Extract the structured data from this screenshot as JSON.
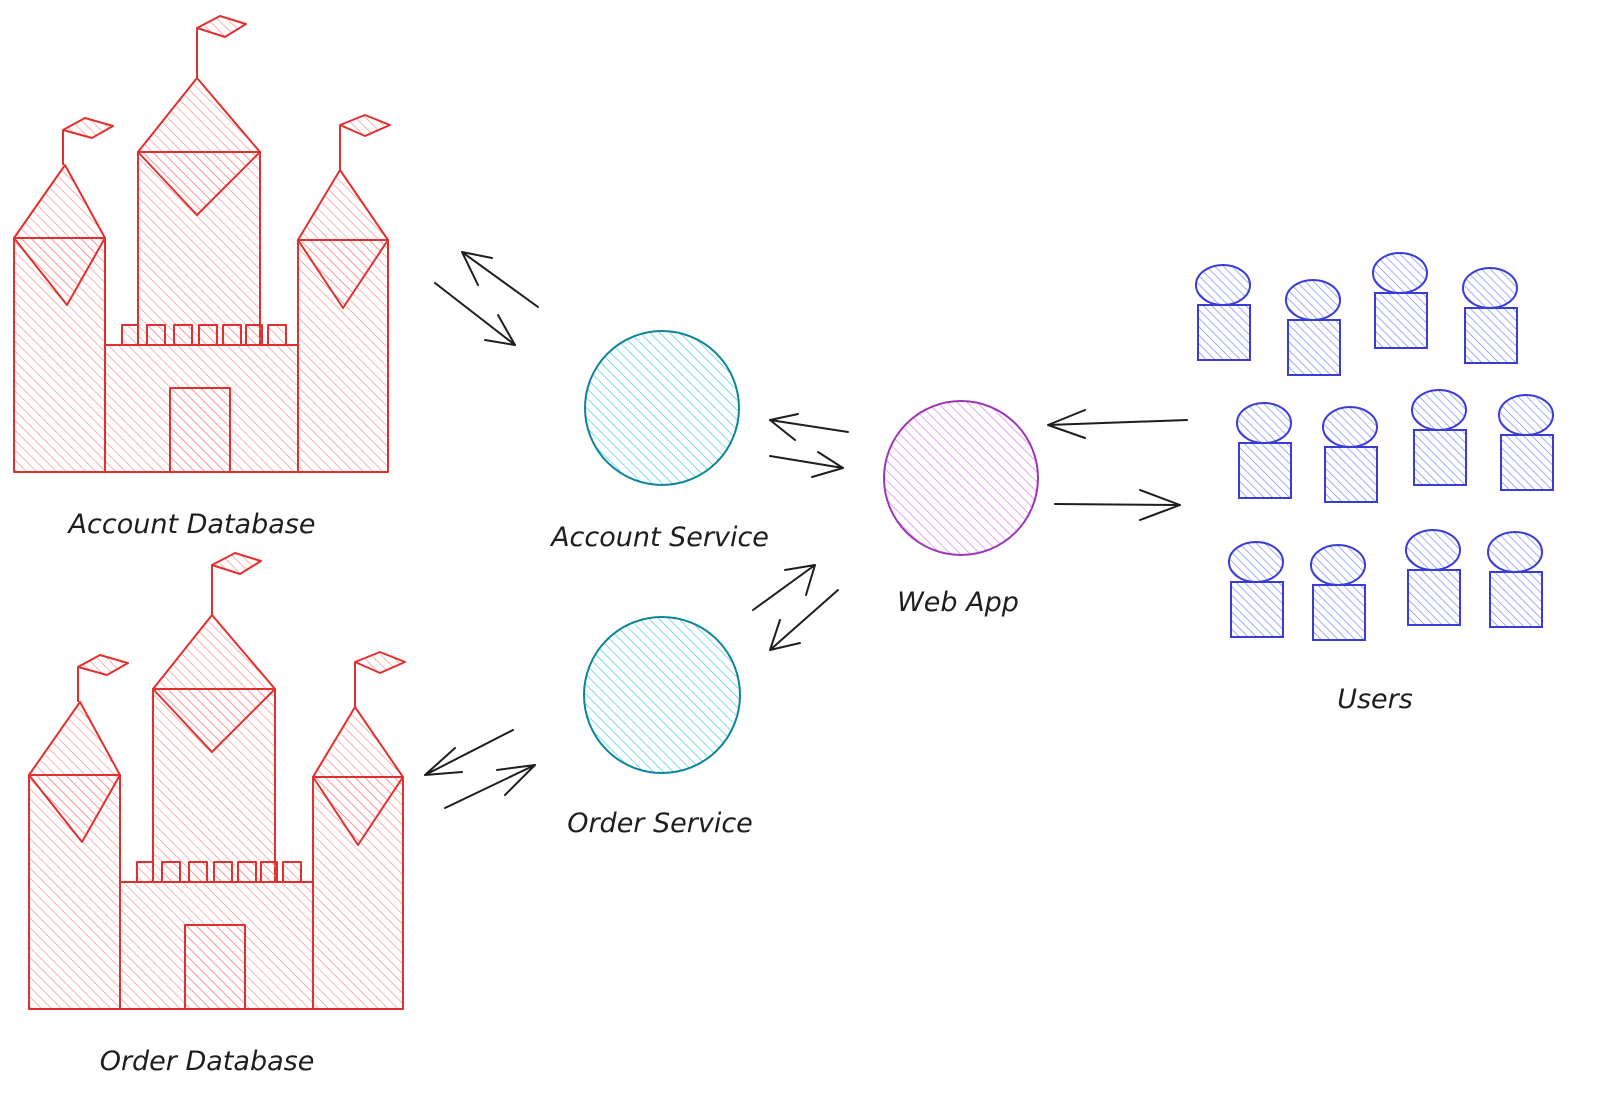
{
  "diagram": {
    "nodes": {
      "account_database": {
        "label": "Account Database",
        "shape": "castle"
      },
      "order_database": {
        "label": "Order Database",
        "shape": "castle"
      },
      "account_service": {
        "label": "Account Service",
        "shape": "circle"
      },
      "order_service": {
        "label": "Order Service",
        "shape": "circle"
      },
      "web_app": {
        "label": "Web App",
        "shape": "circle"
      },
      "users": {
        "label": "Users",
        "shape": "group-of-people",
        "count": 12
      }
    },
    "edges": [
      {
        "from": "Account Service",
        "to": "Account Database",
        "bidirectional": true
      },
      {
        "from": "Web App",
        "to": "Account Service",
        "bidirectional": true
      },
      {
        "from": "Web App",
        "to": "Order Service",
        "bidirectional": true
      },
      {
        "from": "Order Service",
        "to": "Order Database",
        "bidirectional": true
      },
      {
        "from": "Users",
        "to": "Web App",
        "bidirectional": true
      }
    ],
    "colors": {
      "database_stroke": "#e03131",
      "database_fill": "#ff8787",
      "service_stroke": "#0c8599",
      "service_fill": "#3bc9db",
      "webapp_stroke": "#9c36b5",
      "webapp_fill": "#da77f2",
      "users_stroke": "#3b3bd6",
      "users_fill": "#748ffc",
      "arrow": "#1e1e1e"
    }
  }
}
